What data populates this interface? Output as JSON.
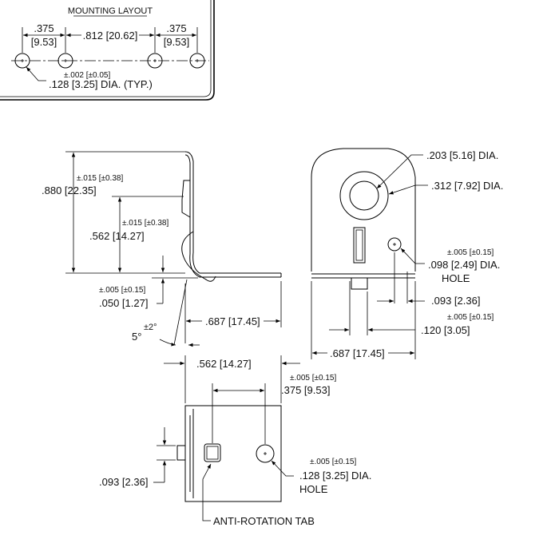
{
  "mounting_layout": {
    "title": "MOUNTING LAYOUT",
    "dim_left": ".375",
    "dim_left_mm": "[9.53]",
    "dim_center": ".812 [20.62]",
    "dim_right": ".375",
    "dim_right_mm": "[9.53]",
    "hole_tol": "±.002 [±0.05]",
    "hole_dia": ".128 [3.25] DIA. (TYP.)"
  },
  "side_view": {
    "height_tol": "±.015 [±0.38]",
    "height": ".880 [22.35]",
    "mid_tol": "±.015 [±0.38]",
    "mid": ".562 [14.27]",
    "thick_tol": "±.005 [±0.15]",
    "thick": ".050 [1.27]",
    "angle_tol": "±2°",
    "angle": "5°",
    "length": ".687 [17.45]"
  },
  "front_view": {
    "big_hole": ".203 [5.16] DIA.",
    "boss": ".312 [7.92] DIA.",
    "small_hole_tol": "±.005 [±0.15]",
    "small_hole": ".098 [2.49] DIA.",
    "small_hole_word": "HOLE",
    "tab_width": ".093 [2.36]",
    "offset_tol": "±.005 [±0.15]",
    "offset": ".120 [3.05]",
    "width": ".687 [17.45]"
  },
  "bottom_view": {
    "width": ".562 [14.27]",
    "spacing_tol": "±.005 [±0.15]",
    "spacing": ".375 [9.53]",
    "tab": ".093 [2.36]",
    "hole_tol": "±.005 [±0.15]",
    "hole": ".128 [3.25] DIA.",
    "hole_word": "HOLE",
    "tab_label": "ANTI-ROTATION TAB"
  }
}
